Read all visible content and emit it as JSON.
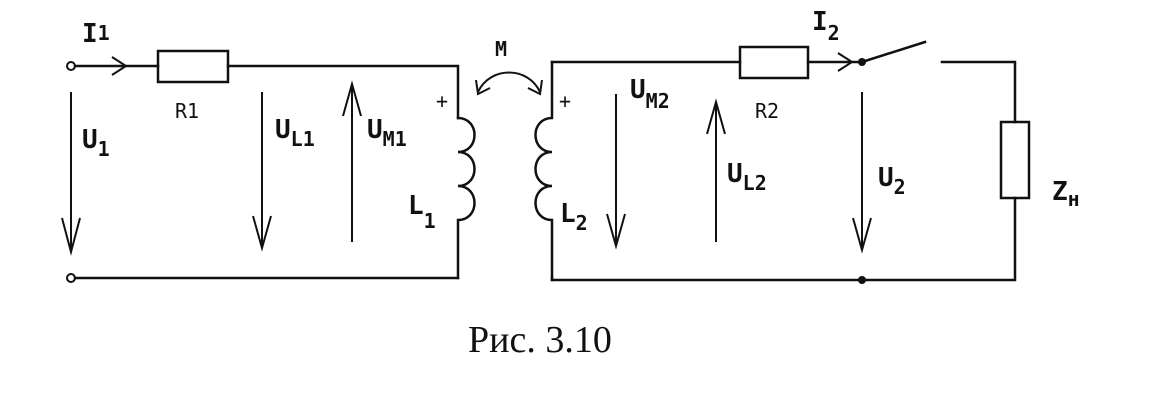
{
  "labels": {
    "i1_main": "I",
    "i1_sub": "1",
    "u1_main": "U",
    "u1_sub": "1",
    "r1": "R1",
    "ul1_main": "U",
    "ul1_sub": "L1",
    "um1_main": "U",
    "um1_sub": "M1",
    "l1_main": "L",
    "l1_sub": "1",
    "m": "M",
    "plus_left": "+",
    "plus_right": "+",
    "um2_main": "U",
    "um2_sub": "M2",
    "r2": "R2",
    "ul2_main": "U",
    "ul2_sub": "L2",
    "l2_main": "L",
    "l2_sub": "2",
    "i2_main": "I",
    "i2_sub": "2",
    "u2_main": "U",
    "u2_sub": "2",
    "zn_main": "Z",
    "zn_sub": "н"
  },
  "caption": "Рис. 3.10"
}
